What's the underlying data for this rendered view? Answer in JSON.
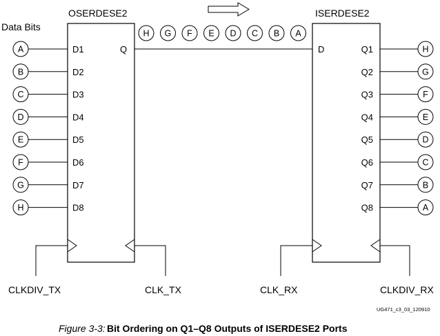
{
  "figure": {
    "data_bits_label": "Data Bits",
    "caption_number": "Figure 3-3:",
    "caption_title": "Bit Ordering on Q1–Q8 Outputs of ISERDESE2 Ports",
    "doc_id": "UG471_c3_03_120910"
  },
  "oserdes": {
    "title": "OSERDESE2",
    "inputs": [
      "D1",
      "D2",
      "D3",
      "D4",
      "D5",
      "D6",
      "D7",
      "D8"
    ],
    "output": "Q",
    "clk_left": "CLKDIV_TX",
    "clk_right": "CLK_TX"
  },
  "iserdes": {
    "title": "ISERDESE2",
    "input": "D",
    "outputs": [
      "Q1",
      "Q2",
      "Q3",
      "Q4",
      "Q5",
      "Q6",
      "Q7",
      "Q8"
    ],
    "clk_left": "CLK_RX",
    "clk_right": "CLKDIV_RX"
  },
  "input_bits": [
    "A",
    "B",
    "C",
    "D",
    "E",
    "F",
    "G",
    "H"
  ],
  "serial_stream": [
    "H",
    "G",
    "F",
    "E",
    "D",
    "C",
    "B",
    "A"
  ],
  "output_bits": [
    "H",
    "G",
    "F",
    "E",
    "D",
    "C",
    "B",
    "A"
  ]
}
